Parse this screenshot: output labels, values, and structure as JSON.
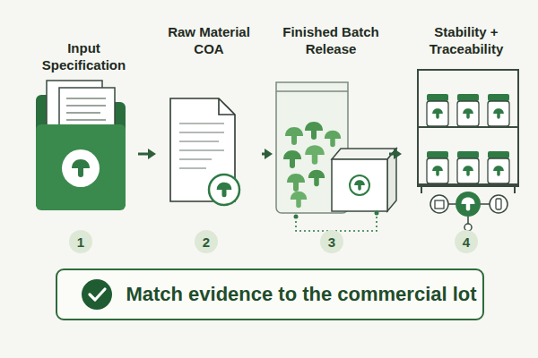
{
  "diagram": {
    "nodes": [
      {
        "text": [
          "Input Specification"
        ]
      },
      {
        "text": [
          "1"
        ],
        "in": 0
      },
      {
        "text": [
          "Raw Material COA"
        ]
      },
      {
        "text": [
          "2"
        ],
        "in": 2
      },
      {
        "text": [
          "Finished Batch Release"
        ]
      },
      {
        "text": [
          "3"
        ],
        "in": 4
      },
      {
        "text": [
          "Stability + Traceability"
        ]
      },
      {
        "text": [
          "4"
        ],
        "in": 6
      },
      {
        "text": [
          "Match evidence to the commercial lot"
        ]
      }
    ],
    "edges": [
      {
        "from": 0,
        "to": 2,
        "arrow": "to"
      },
      {
        "from": 2,
        "to": 4,
        "arrow": "to"
      },
      {
        "from": 4,
        "to": 6,
        "arrow": "to"
      }
    ]
  }
}
